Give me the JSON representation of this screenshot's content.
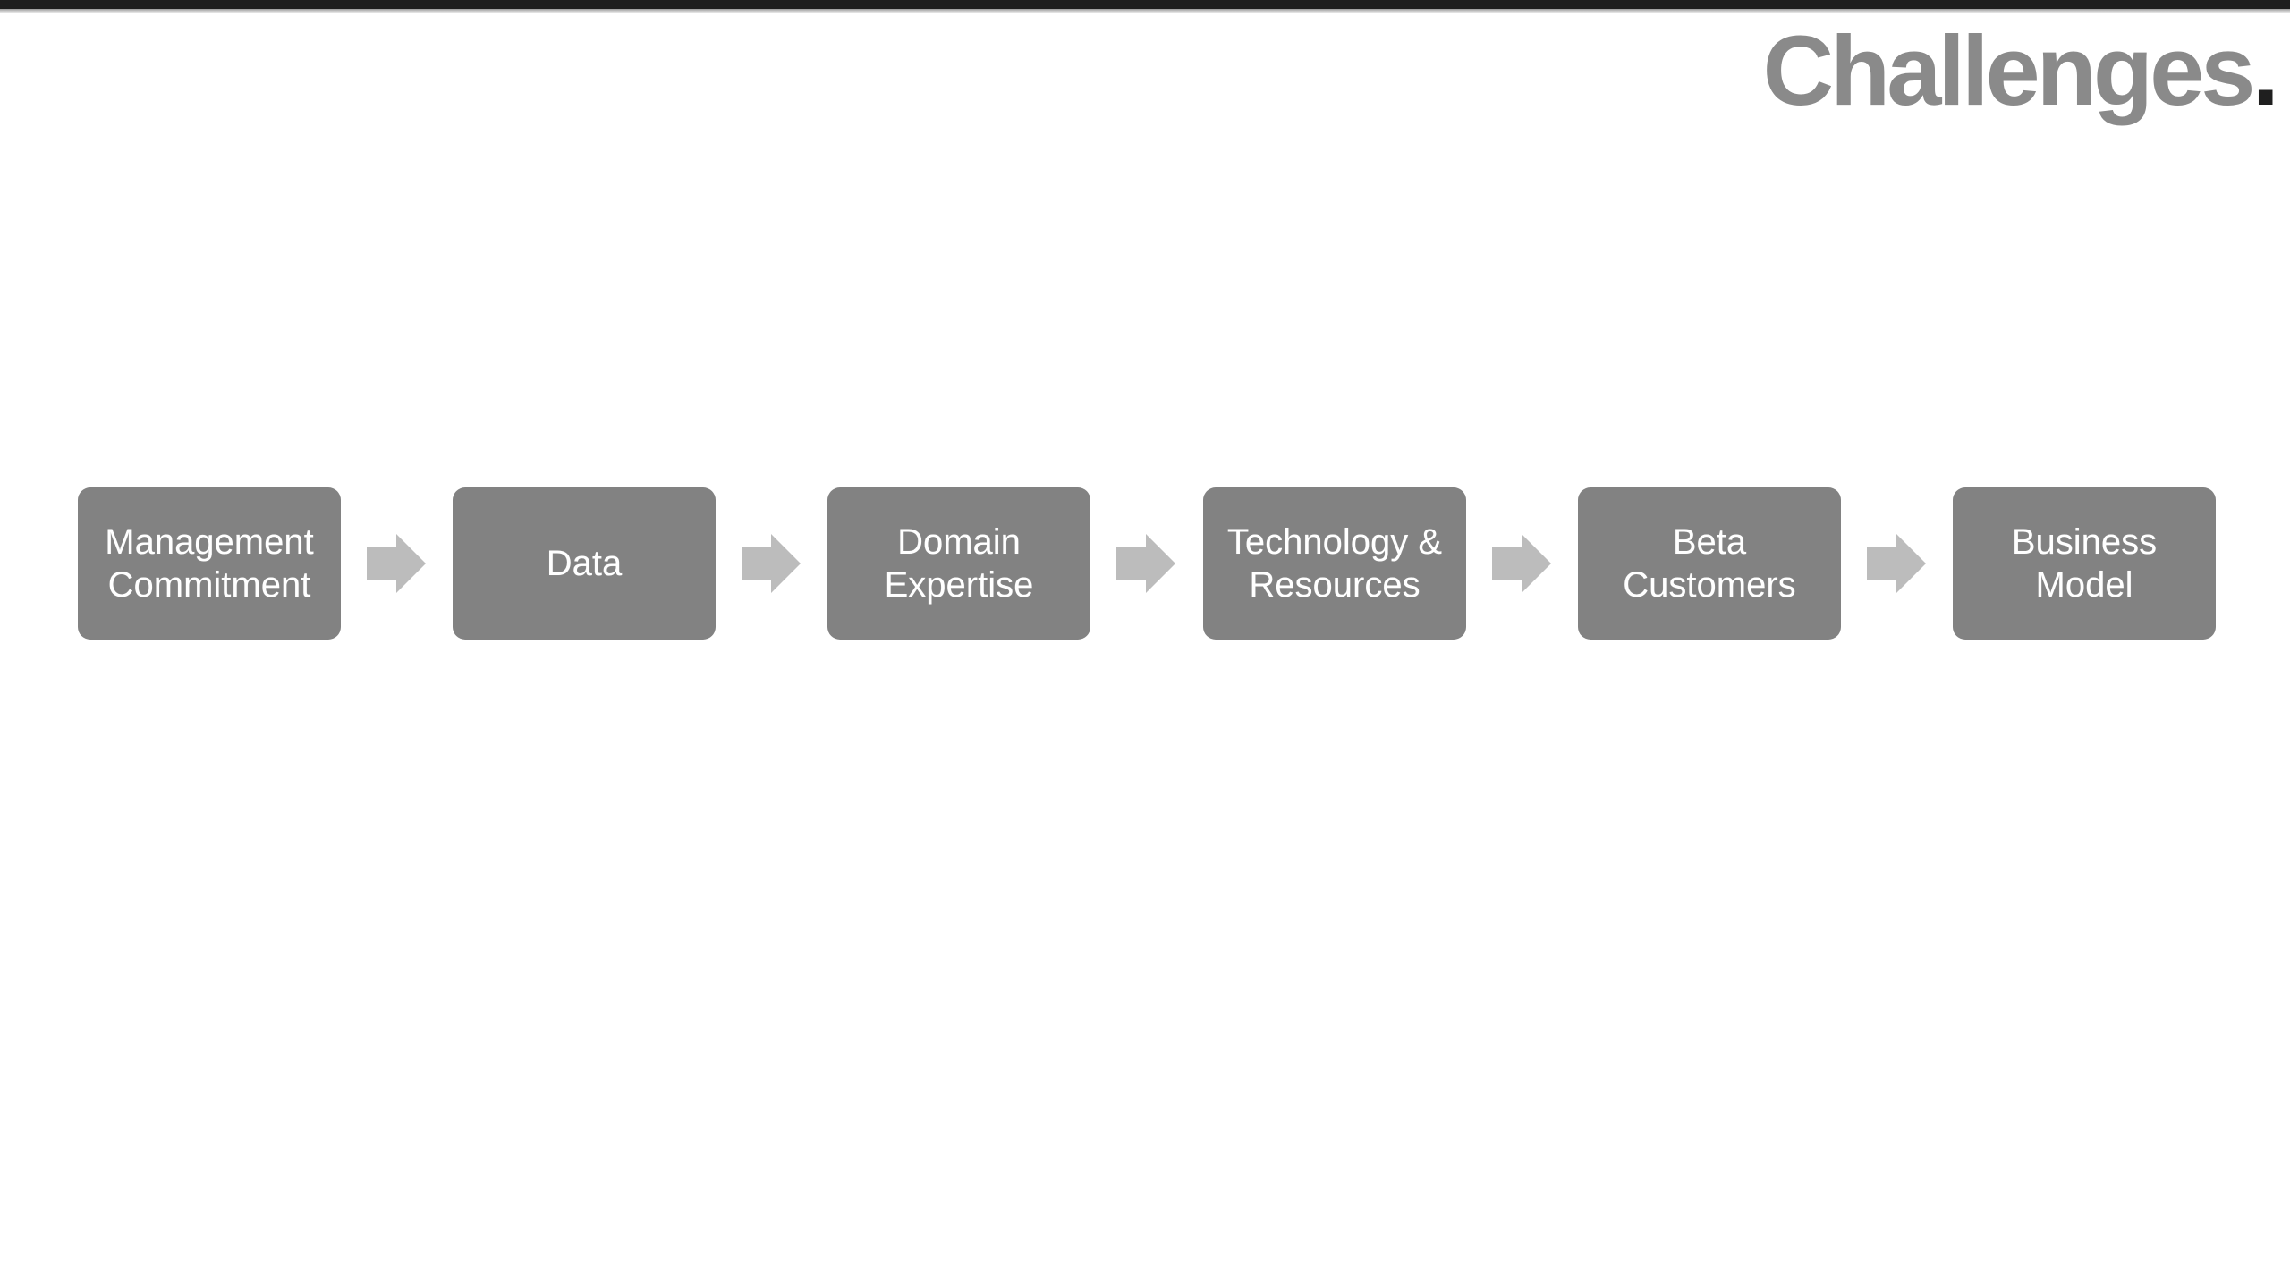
{
  "slide": {
    "title": {
      "text": "Challenges",
      "period": "."
    }
  },
  "diagram": {
    "type": "process-flow",
    "connector": "right-block-arrow",
    "steps": [
      {
        "label": "Management Commitment"
      },
      {
        "label": "Data"
      },
      {
        "label": "Domain Expertise"
      },
      {
        "label": "Technology & Resources"
      },
      {
        "label": "Beta Customers"
      },
      {
        "label": "Business Model"
      }
    ]
  },
  "colors": {
    "background": "#ffffff",
    "top_bar": "#1f1f1f",
    "title_text": "#8a8a8a",
    "title_period": "#1f1f1f",
    "step_fill": "#828282",
    "step_text": "#ffffff",
    "arrow_fill": "#bcbcbc"
  }
}
